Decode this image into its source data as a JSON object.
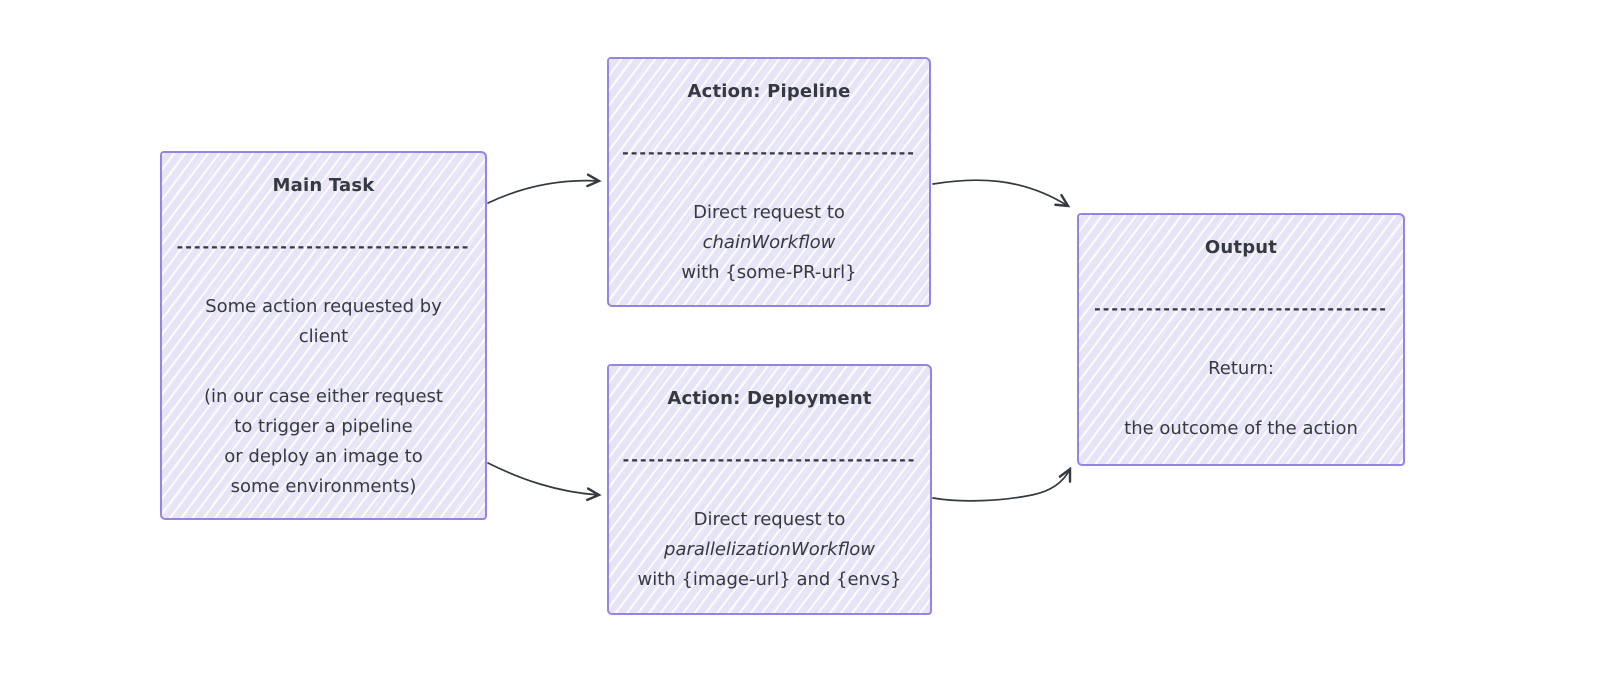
{
  "diagram": {
    "background_color": "#ffffff",
    "node_fill_color": "#e8e4f7",
    "node_border_color": "#9683e3",
    "text_color": "#343a40",
    "nodes": {
      "main_task": {
        "title": "Main Task",
        "divider": "----------------------------------",
        "body": [
          "Some action requested by",
          "client",
          "",
          "(in our case either request",
          "to trigger a pipeline",
          "or deploy an image to",
          "some environments)"
        ]
      },
      "action_pipeline": {
        "title": "Action: Pipeline",
        "divider": "----------------------------------",
        "body": [
          "Direct request to",
          "chainWorkflow",
          "with {some-PR-url}"
        ]
      },
      "action_deployment": {
        "title": "Action: Deployment",
        "divider": "----------------------------------",
        "body": [
          "Direct request to",
          "parallelizationWorkflow",
          "with {image-url} and {envs}"
        ]
      },
      "output": {
        "title": "Output",
        "divider": "----------------------------------",
        "body": [
          "Return:",
          "",
          "the outcome of the action"
        ]
      }
    },
    "edges": [
      {
        "from": "main_task",
        "to": "action_pipeline"
      },
      {
        "from": "main_task",
        "to": "action_deployment"
      },
      {
        "from": "action_pipeline",
        "to": "output"
      },
      {
        "from": "action_deployment",
        "to": "output"
      }
    ]
  }
}
